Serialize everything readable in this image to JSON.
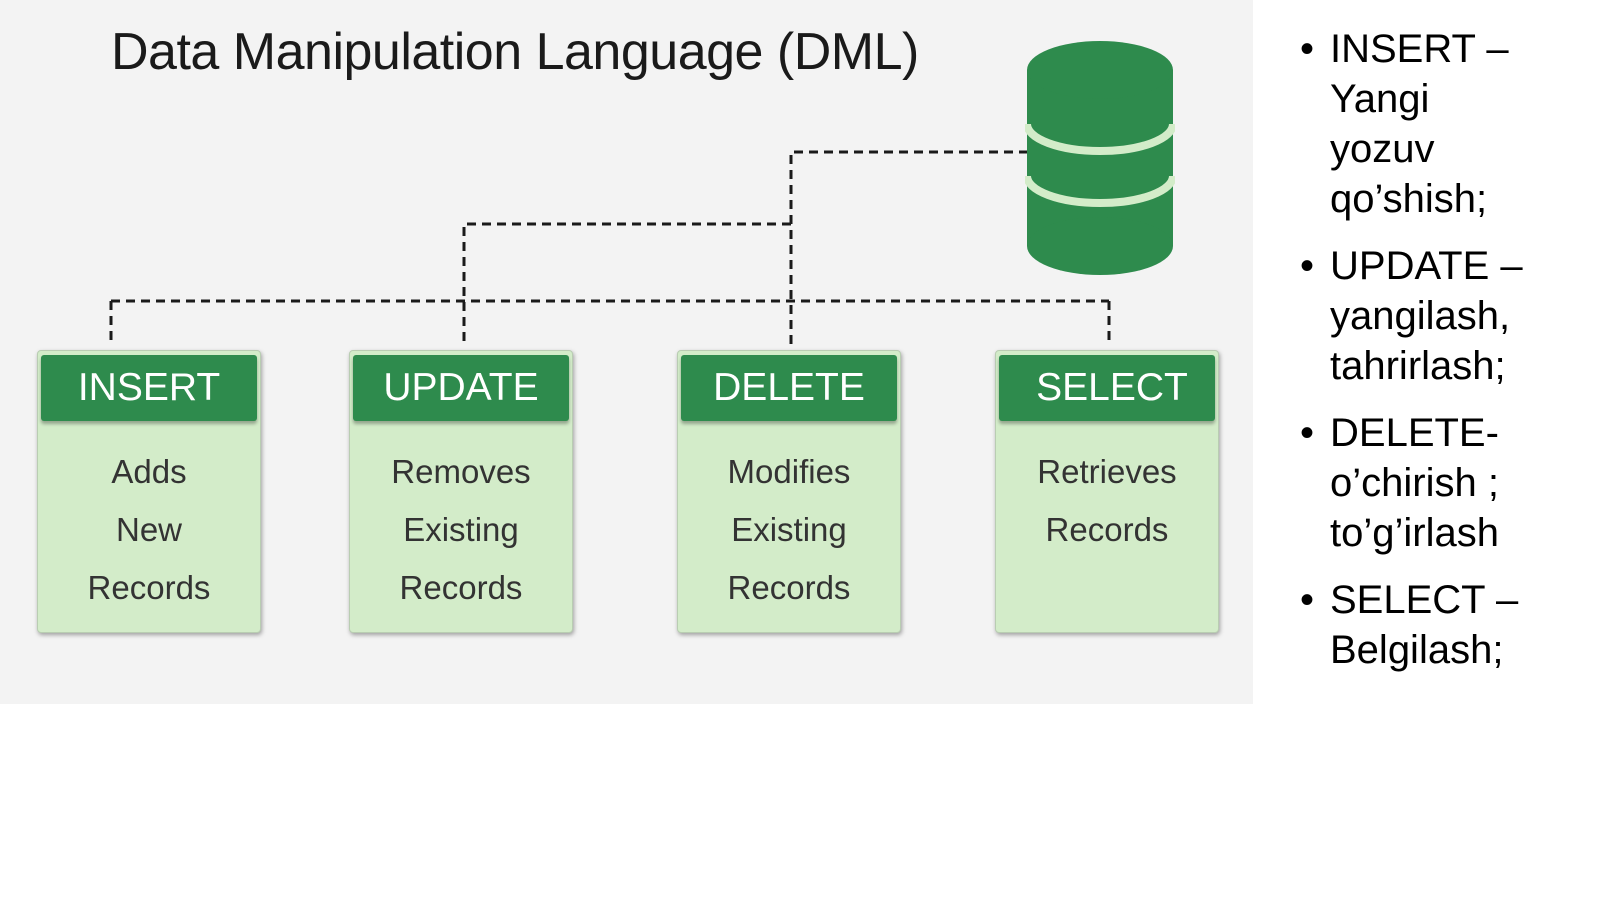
{
  "diagram": {
    "title": "Data Manipulation Language (DML)",
    "colors": {
      "panel_background": "#f3f3f3",
      "card_header": "#2e8b4d",
      "card_body": "#d3ecc9",
      "database": "#2e8b4d",
      "connector": "#1a1a1a"
    },
    "database_icon": "database-cylinder-icon",
    "cards": [
      {
        "name": "INSERT",
        "lines": [
          "Adds",
          "New",
          "Records"
        ]
      },
      {
        "name": "UPDATE",
        "lines": [
          "Removes",
          "Existing",
          "Records"
        ]
      },
      {
        "name": "DELETE",
        "lines": [
          "Modifies",
          "Existing",
          "Records"
        ]
      },
      {
        "name": "SELECT",
        "lines": [
          "Retrieves",
          "Records"
        ]
      }
    ]
  },
  "notes": {
    "bullet": "•",
    "items": [
      {
        "lines": [
          "INSERT –",
          "Yangi",
          "yozuv",
          "qo’shish;"
        ]
      },
      {
        "lines": [
          "UPDATE –",
          "yangilash,",
          "tahrirlash;"
        ]
      },
      {
        "lines": [
          "DELETE-",
          "o’chirish ;",
          "to’g’irlash"
        ]
      },
      {
        "lines": [
          "SELECT –",
          "Belgilash;"
        ]
      }
    ]
  }
}
